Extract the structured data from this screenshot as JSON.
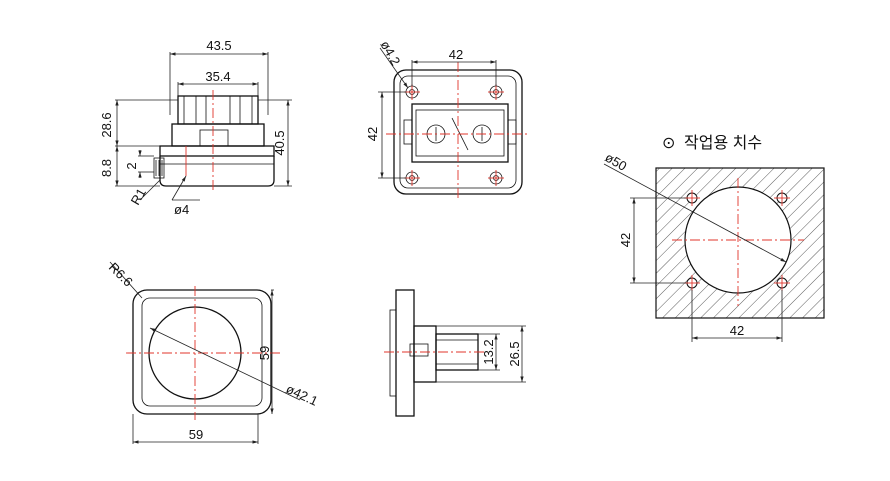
{
  "diagram": {
    "title": "작업용 치수",
    "title_marker": "⊙",
    "side_view": {
      "overall_width": "43.5",
      "inner_width": "35.4",
      "height_body": "28.6",
      "height_total": "40.5",
      "flange_thickness": "8.8",
      "lip": "2",
      "radius": "R1",
      "hole": "ø4"
    },
    "front_view": {
      "hole_dia": "ø4.2",
      "hole_pitch_h": "42",
      "hole_pitch_v": "42"
    },
    "back_view": {
      "corner_radius": "R6.6",
      "size_w": "59",
      "size_h": "59",
      "opening_dia": "ø42.1"
    },
    "profile_view": {
      "height_small": "13.2",
      "height_large": "26.5"
    },
    "cutout": {
      "dia": "ø50",
      "pitch_v": "42",
      "pitch_h": "42"
    }
  }
}
